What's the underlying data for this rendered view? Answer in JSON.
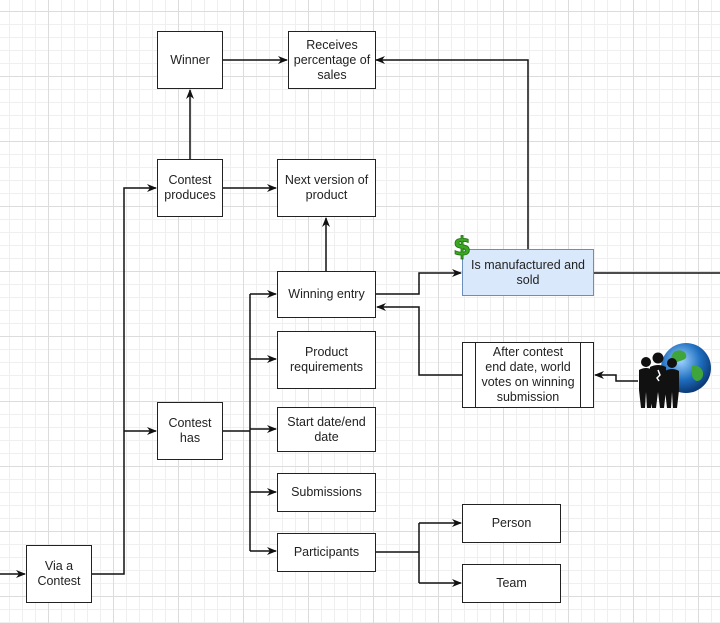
{
  "diagram": {
    "nodes": {
      "winner": "Winner",
      "receives_percentage": "Receives percentage of sales",
      "contest_produces": "Contest produces",
      "next_version": "Next version of product",
      "manufactured_sold": "Is manufactured and sold",
      "winning_entry": "Winning entry",
      "world_votes": "After contest end date, world votes on winning submission",
      "product_requirements": "Product requirements",
      "contest_has": "Contest has",
      "start_end_date": "Start date/end date",
      "submissions": "Submissions",
      "participants": "Participants",
      "person": "Person",
      "team": "Team",
      "via_contest": "Via a Contest"
    },
    "icons": {
      "dollar": "dollar-sign-icon",
      "people_globe": "people-globe-icon"
    },
    "colors": {
      "highlight_fill": "#dae8fc",
      "highlight_stroke": "#6c8ebf",
      "dollar_green": "#3aa820"
    }
  }
}
